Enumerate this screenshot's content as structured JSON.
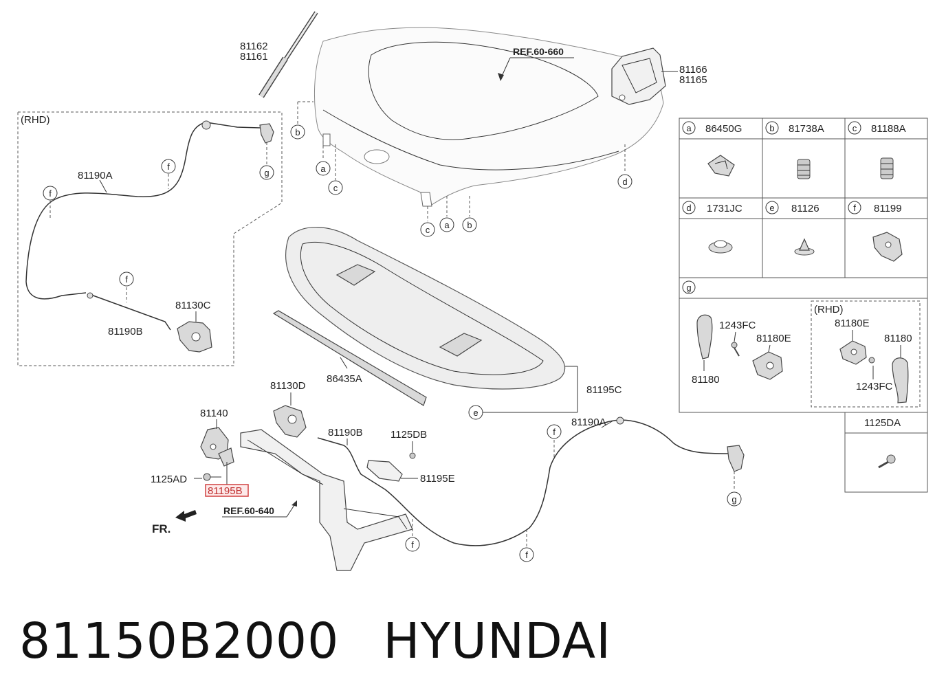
{
  "diagram": {
    "region_rhd_top": "(RHD)",
    "region_rhd_table": "(RHD)",
    "ref_hood": "REF.60-660",
    "ref_frame": "REF.60-640",
    "front_indicator": "FR.",
    "highlighted_part": "81195B",
    "part_labels": {
      "p81162": "81162",
      "p81161": "81161",
      "p81166": "81166",
      "p81165": "81165",
      "p81190A_top": "81190A",
      "p81190B_top": "81190B",
      "p81130C": "81130C",
      "p86435A": "86435A",
      "p81195C": "81195C",
      "p81130D": "81130D",
      "p81140": "81140",
      "p1125AD": "1125AD",
      "p81190B": "81190B",
      "p1125DB": "1125DB",
      "p81195E": "81195E",
      "p81190A": "81190A"
    },
    "callout_letters": [
      "a",
      "b",
      "c",
      "d",
      "e",
      "f",
      "g"
    ]
  },
  "parts_table": {
    "row1": [
      {
        "letter": "a",
        "part": "86450G"
      },
      {
        "letter": "b",
        "part": "81738A"
      },
      {
        "letter": "c",
        "part": "81188A"
      }
    ],
    "row2": [
      {
        "letter": "d",
        "part": "1731JC"
      },
      {
        "letter": "e",
        "part": "81126"
      },
      {
        "letter": "f",
        "part": "81199"
      }
    ],
    "g_letter": "g",
    "g_parts": {
      "p1243FC": "1243FC",
      "p81180E": "81180E",
      "p81180": "81180",
      "rhd_81180E": "81180E",
      "rhd_81180": "81180",
      "rhd_1243FC": "1243FC"
    },
    "extra_part": "1125DA"
  },
  "caption": {
    "part_number": "81150B2000",
    "brand": "HYUNDAI"
  }
}
